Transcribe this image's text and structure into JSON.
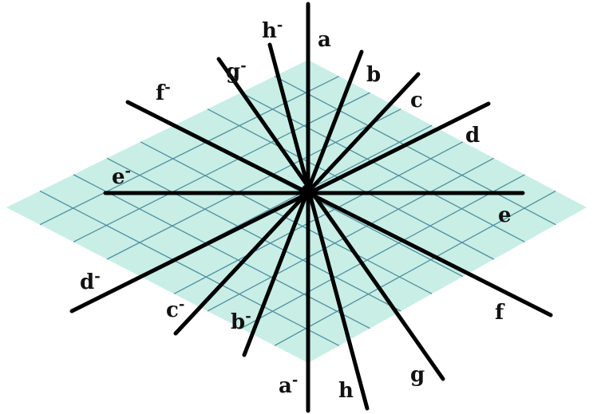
{
  "diagram": {
    "plane": {
      "fill_color": "#c8eee6",
      "grid_color": "#4f8fa0",
      "grid_divisions": 9
    },
    "line_color": "#000000",
    "lines": [
      {
        "id": "a",
        "label": "a",
        "negative_label": "a-"
      },
      {
        "id": "b",
        "label": "b",
        "negative_label": "b-"
      },
      {
        "id": "c",
        "label": "c",
        "negative_label": "c-"
      },
      {
        "id": "d",
        "label": "d",
        "negative_label": "d-"
      },
      {
        "id": "e",
        "label": "e",
        "negative_label": "e-"
      },
      {
        "id": "f",
        "label": "f",
        "negative_label": "f-"
      },
      {
        "id": "g",
        "label": "g",
        "negative_label": "g-"
      },
      {
        "id": "h",
        "label": "h",
        "negative_label": "h-"
      }
    ]
  }
}
